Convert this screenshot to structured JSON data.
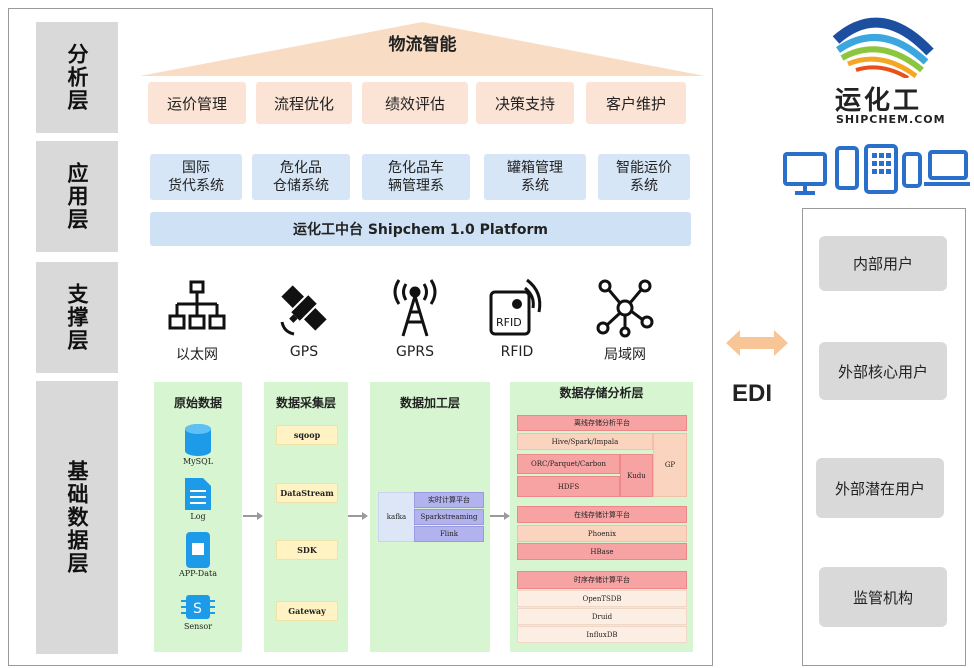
{
  "layers": {
    "analysis": "分析层",
    "application": "应用层",
    "support": "支撑层",
    "base": "基础数据层"
  },
  "analysis": {
    "title": "物流智能",
    "items": [
      "运价管理",
      "流程优化",
      "绩效评估",
      "决策支持",
      "客户维护"
    ]
  },
  "application": {
    "items": [
      "国际\n货代系统",
      "危化品\n仓储系统",
      "危化品车\n辆管理系",
      "罐箱管理\n系统",
      "智能运价\n系统"
    ],
    "platform": "运化工中台 Shipchem 1.0 Platform"
  },
  "support": {
    "items": [
      {
        "label": "以太网",
        "icon": "network-icon"
      },
      {
        "label": "GPS",
        "icon": "satellite-icon"
      },
      {
        "label": "GPRS",
        "icon": "antenna-tower-icon"
      },
      {
        "label": "RFID",
        "icon": "rfid-icon"
      },
      {
        "label": "局域网",
        "icon": "lan-hub-icon"
      }
    ]
  },
  "base": {
    "raw": {
      "title": "原始数据",
      "items": [
        "MySQL",
        "Log",
        "APP-Data",
        "Sensor"
      ]
    },
    "collect": {
      "title": "数据采集层",
      "items": [
        "sqoop",
        "DataStream",
        "SDK",
        "Gateway"
      ]
    },
    "process": {
      "title": "数据加工层",
      "kafka": "kafka",
      "rt_title": "实时计算平台",
      "items": [
        "Sparkstreaming",
        "Flink"
      ]
    },
    "storage": {
      "title": "数据存储分析层",
      "offline": {
        "title": "离线存储分析平台",
        "hive": "Hive/Spark/Impala",
        "orc": "ORC/Parquet/Carbon",
        "hdfs": "HDFS",
        "kudu": "Kudu",
        "gp": "GP"
      },
      "online": {
        "title": "在线存储计算平台",
        "items": [
          "Phoenix",
          "HBase"
        ]
      },
      "ts": {
        "title": "时序存储计算平台",
        "items": [
          "OpenTSDB",
          "Druid",
          "InfluxDB"
        ]
      }
    }
  },
  "edi": "EDI",
  "logo": {
    "name": "运化工",
    "sub": "SHIPCHEM.COM"
  },
  "users": [
    "内部用户",
    "外部核心用户",
    "外部潜在用户",
    "监管机构"
  ],
  "colors": {
    "peach": "#fbe4d5",
    "blue": "#d6e6f6",
    "green": "#d6f5d0",
    "grey": "#d9d9d9",
    "device": "#2a6fc9"
  }
}
